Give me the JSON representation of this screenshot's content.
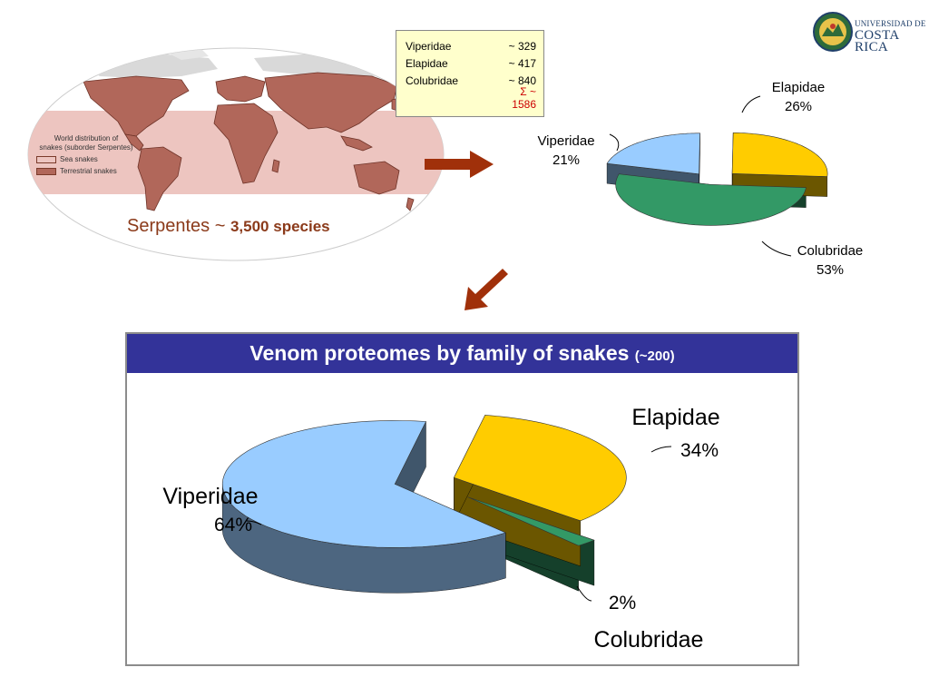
{
  "map": {
    "legend_title_line1": "World distribution of",
    "legend_title_line2": "snakes (suborder Serpentes)",
    "legend_sea": "Sea snakes",
    "legend_terrestrial": "Terrestrial snakes",
    "caption_prefix": "Serpentes ~ ",
    "caption_bold": "3,500 species",
    "colors": {
      "ocean_band": "#EDC5C0",
      "land": "#B1675A",
      "land_outline": "#6E3328",
      "unsampled_land": "#D9D9D9"
    }
  },
  "counts": {
    "rows": [
      {
        "family": "Viperidae",
        "value": "~ 329"
      },
      {
        "family": "Elapidae",
        "value": "~ 417"
      },
      {
        "family": "Colubridae",
        "value": "~ 840"
      }
    ],
    "sum": "Σ ~ 1586"
  },
  "logo": {
    "line1": "UNIVERSIDAD DE",
    "line2": "COSTA RICA",
    "seal_icon": "university-seal-icon"
  },
  "arrows": {
    "color": "#A0300A"
  },
  "chart_data": [
    {
      "type": "pie",
      "title": "",
      "series": [
        {
          "name": "Viperidae",
          "value": 21,
          "label": "21%",
          "color": "#99CCFF"
        },
        {
          "name": "Elapidae",
          "value": 26,
          "label": "26%",
          "color": "#FFCC00"
        },
        {
          "name": "Colubridae",
          "value": 53,
          "label": "53%",
          "color": "#339966"
        }
      ]
    },
    {
      "type": "pie",
      "title": "Venom proteomes by family of snakes",
      "title_suffix": "(~200)",
      "series": [
        {
          "name": "Viperidae",
          "value": 64,
          "label": "64%",
          "color": "#99CCFF"
        },
        {
          "name": "Elapidae",
          "value": 34,
          "label": "34%",
          "color": "#FFCC00"
        },
        {
          "name": "Colubridae",
          "value": 2,
          "label": "2%",
          "color": "#339966"
        }
      ]
    }
  ]
}
